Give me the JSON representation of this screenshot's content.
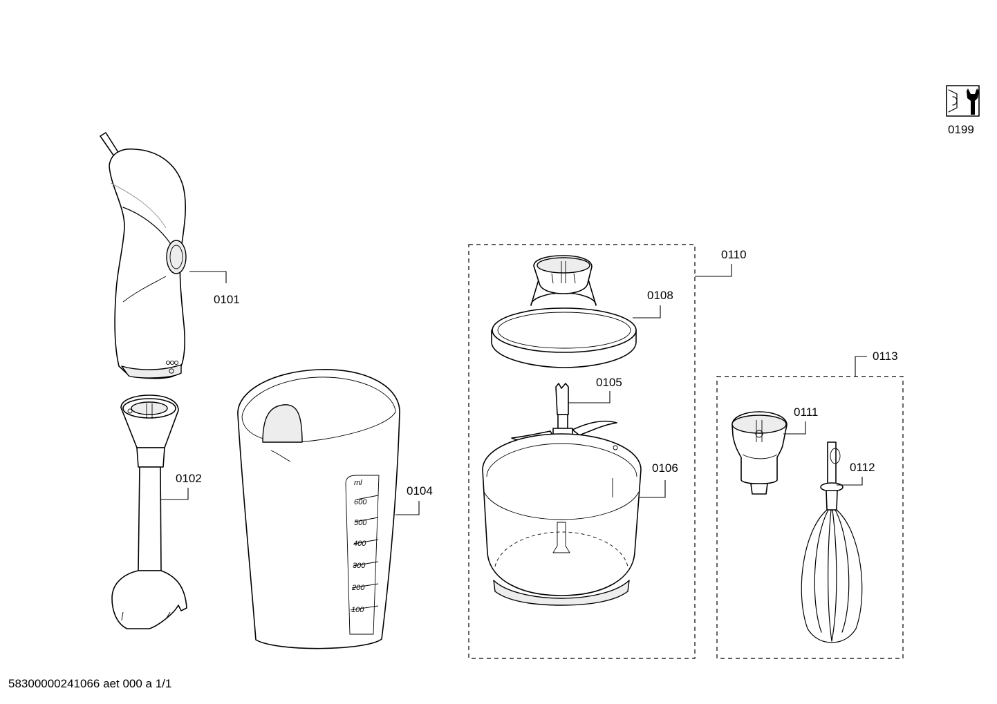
{
  "parts": {
    "p0101": "0101",
    "p0102": "0102",
    "p0104": "0104",
    "p0105": "0105",
    "p0106": "0106",
    "p0108": "0108",
    "p0110": "0110",
    "p0111": "0111",
    "p0112": "0112",
    "p0113": "0113",
    "p0199": "0199"
  },
  "jug_scale": {
    "unit": "ml",
    "marks": [
      "600",
      "500",
      "400",
      "300",
      "200",
      "100"
    ]
  },
  "footer": "58300000241066 aet 000 a 1/1",
  "icons": [
    "tool-kit-icon"
  ]
}
